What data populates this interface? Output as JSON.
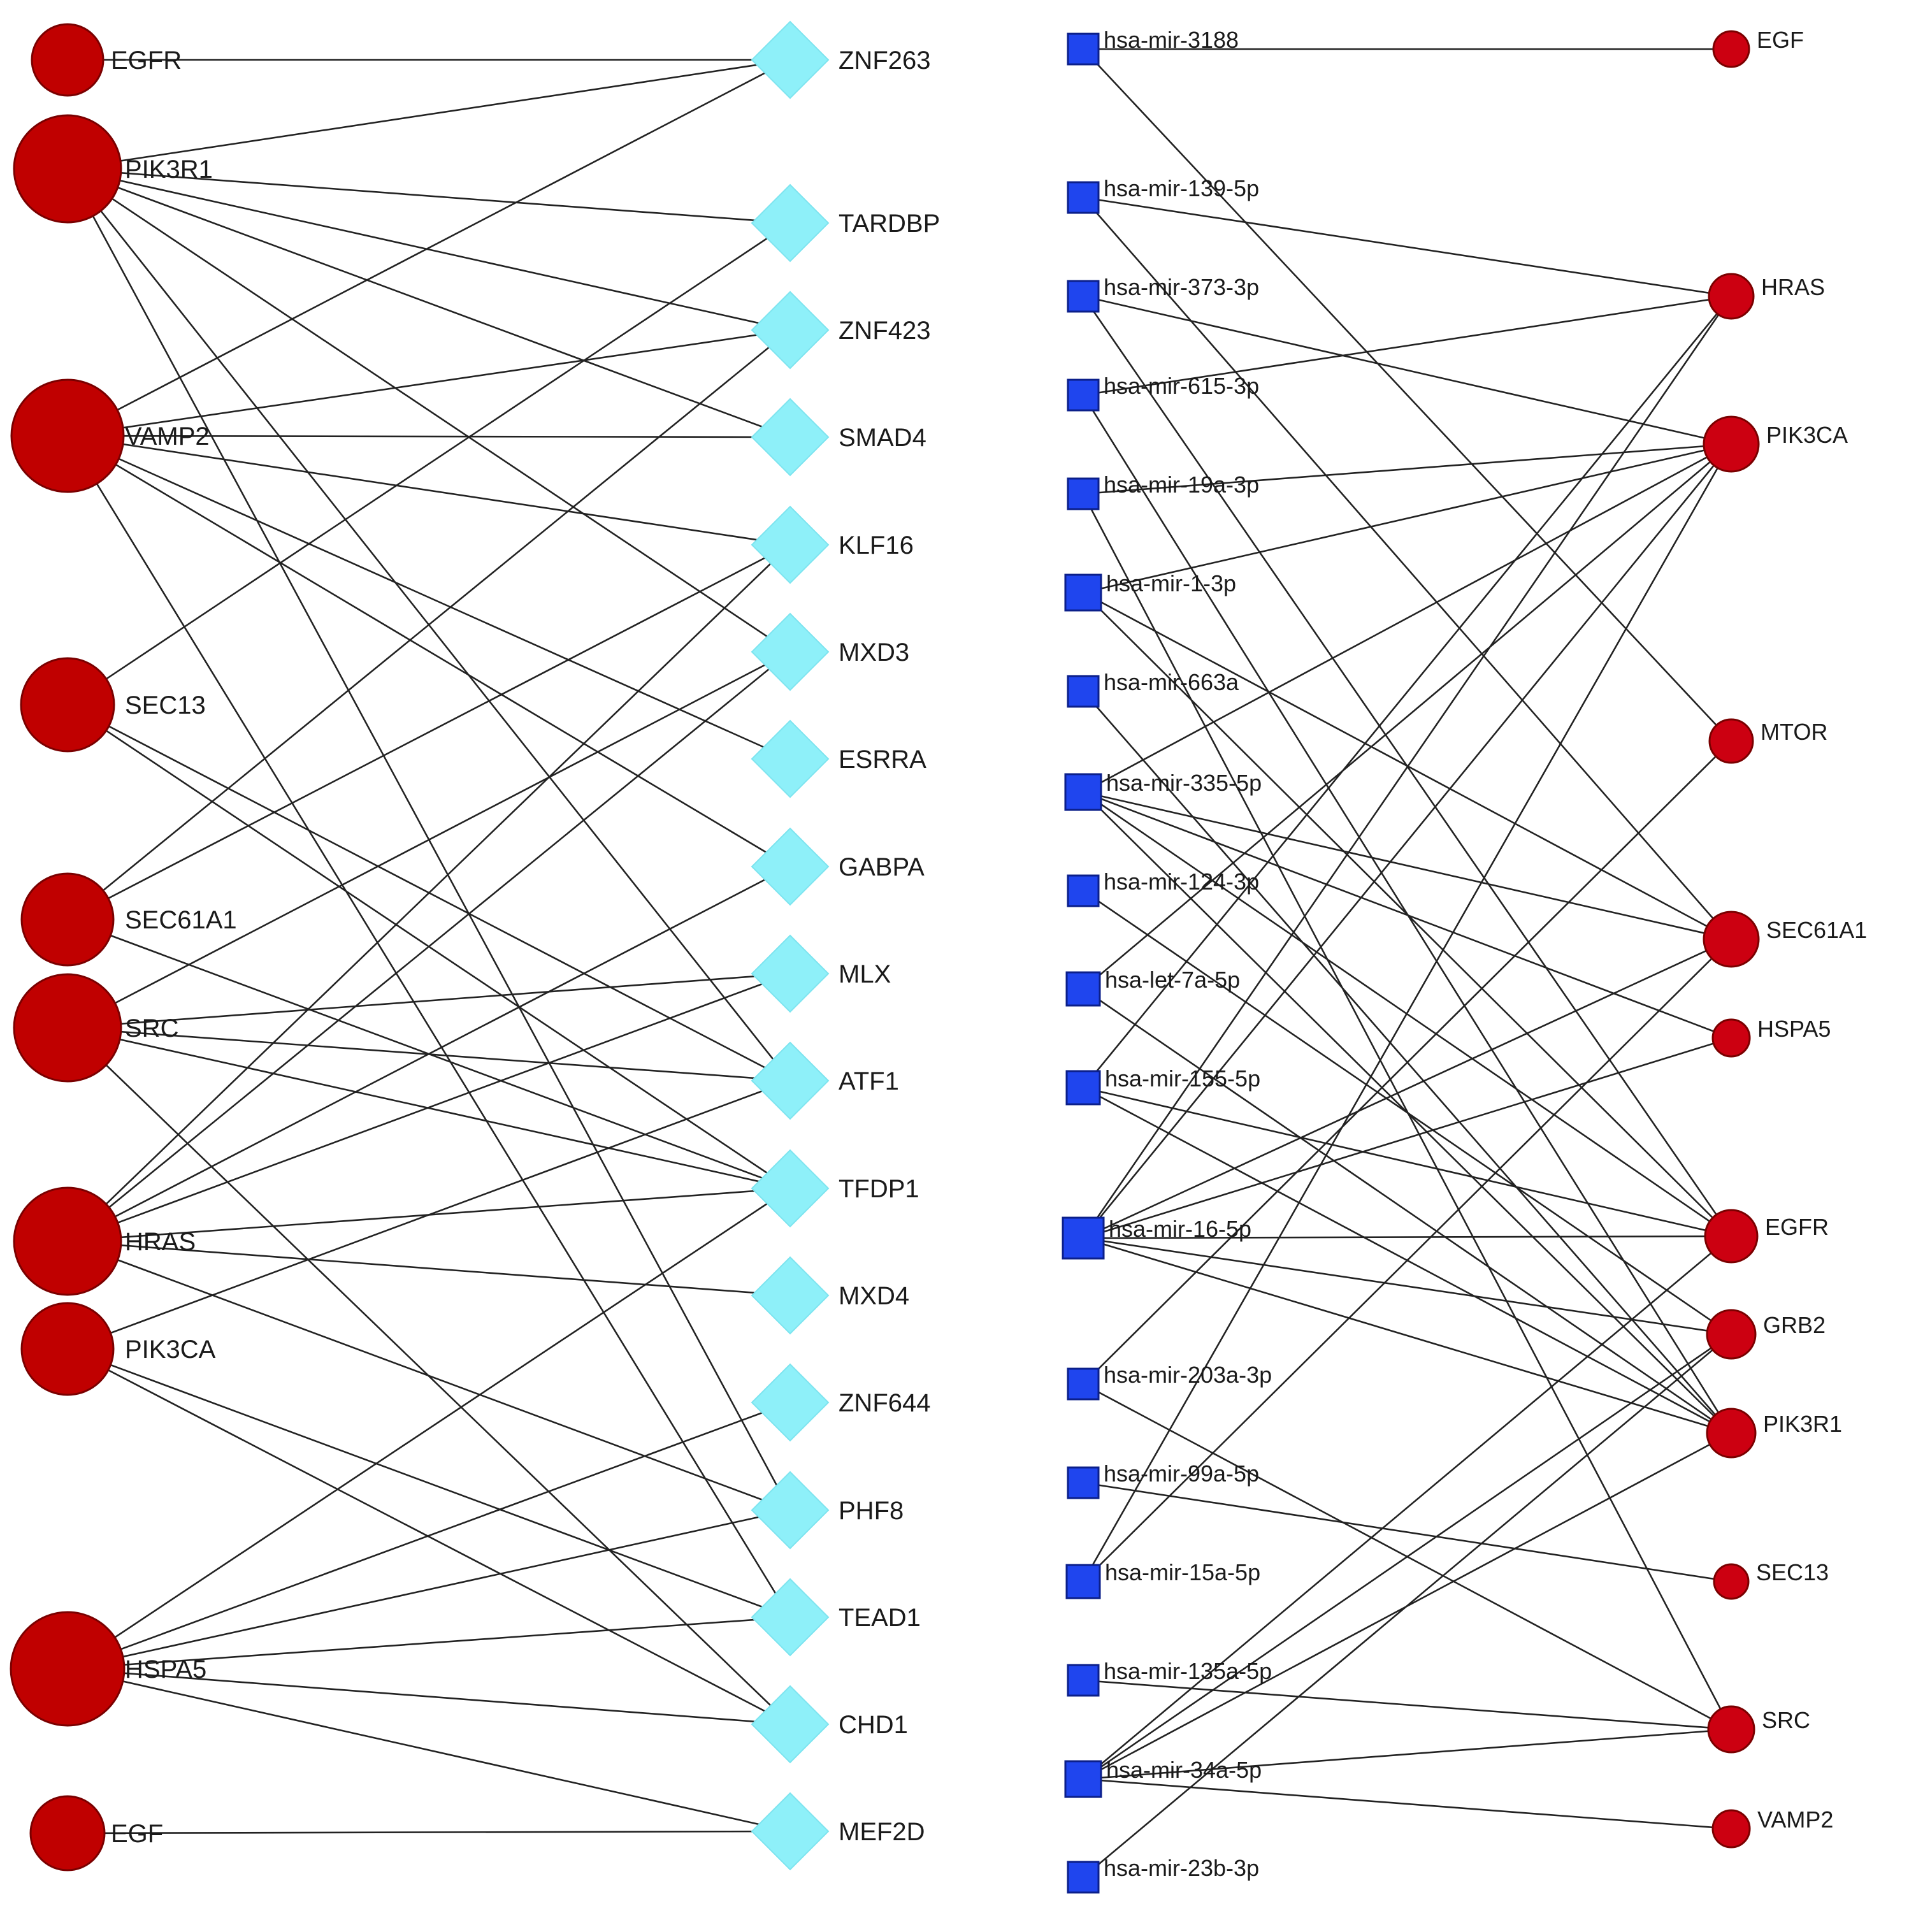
{
  "left_panel": {
    "hub_genes": [
      "EGFR",
      "PIK3R1",
      "VAMP2",
      "SEC13",
      "SEC61A1",
      "SRC",
      "HRAS",
      "PIK3CA",
      "HSPA5",
      "EGF"
    ],
    "transcription_factors": [
      "ZNF263",
      "TARDBP",
      "ZNF423",
      "SMAD4",
      "KLF16",
      "MXD3",
      "ESRRA",
      "GABPA",
      "MLX",
      "ATF1",
      "TFDP1",
      "MXD4",
      "ZNF644",
      "PHF8",
      "TEAD1",
      "CHD1",
      "MEF2D"
    ],
    "edges": [
      [
        "EGFR",
        "ZNF263"
      ],
      [
        "PIK3R1",
        "ZNF263"
      ],
      [
        "PIK3R1",
        "TARDBP"
      ],
      [
        "PIK3R1",
        "ZNF423"
      ],
      [
        "PIK3R1",
        "SMAD4"
      ],
      [
        "PIK3R1",
        "MXD3"
      ],
      [
        "PIK3R1",
        "ATF1"
      ],
      [
        "PIK3R1",
        "PHF8"
      ],
      [
        "VAMP2",
        "ZNF263"
      ],
      [
        "VAMP2",
        "ZNF423"
      ],
      [
        "VAMP2",
        "SMAD4"
      ],
      [
        "VAMP2",
        "KLF16"
      ],
      [
        "VAMP2",
        "ESRRA"
      ],
      [
        "VAMP2",
        "GABPA"
      ],
      [
        "VAMP2",
        "TEAD1"
      ],
      [
        "SEC13",
        "TARDBP"
      ],
      [
        "SEC13",
        "ATF1"
      ],
      [
        "SEC13",
        "TFDP1"
      ],
      [
        "SEC61A1",
        "ZNF423"
      ],
      [
        "SEC61A1",
        "KLF16"
      ],
      [
        "SEC61A1",
        "TFDP1"
      ],
      [
        "SRC",
        "MXD3"
      ],
      [
        "SRC",
        "MLX"
      ],
      [
        "SRC",
        "ATF1"
      ],
      [
        "SRC",
        "TFDP1"
      ],
      [
        "SRC",
        "CHD1"
      ],
      [
        "HRAS",
        "KLF16"
      ],
      [
        "HRAS",
        "MXD3"
      ],
      [
        "HRAS",
        "GABPA"
      ],
      [
        "HRAS",
        "MLX"
      ],
      [
        "HRAS",
        "TFDP1"
      ],
      [
        "HRAS",
        "MXD4"
      ],
      [
        "HRAS",
        "PHF8"
      ],
      [
        "PIK3CA",
        "ATF1"
      ],
      [
        "PIK3CA",
        "TEAD1"
      ],
      [
        "PIK3CA",
        "CHD1"
      ],
      [
        "HSPA5",
        "TFDP1"
      ],
      [
        "HSPA5",
        "ZNF644"
      ],
      [
        "HSPA5",
        "PHF8"
      ],
      [
        "HSPA5",
        "TEAD1"
      ],
      [
        "HSPA5",
        "CHD1"
      ],
      [
        "HSPA5",
        "MEF2D"
      ],
      [
        "EGF",
        "MEF2D"
      ]
    ]
  },
  "right_panel": {
    "mirnas": [
      "hsa-mir-3188",
      "hsa-mir-139-5p",
      "hsa-mir-373-3p",
      "hsa-mir-615-3p",
      "hsa-mir-19a-3p",
      "hsa-mir-1-3p",
      "hsa-mir-663a",
      "hsa-mir-335-5p",
      "hsa-mir-124-3p",
      "hsa-let-7a-5p",
      "hsa-mir-155-5p",
      "hsa-mir-16-5p",
      "hsa-mir-203a-3p",
      "hsa-mir-99a-5p",
      "hsa-mir-15a-5p",
      "hsa-mir-135a-5p",
      "hsa-mir-34a-5p",
      "hsa-mir-23b-3p"
    ],
    "genes": [
      "EGF",
      "HRAS",
      "PIK3CA",
      "MTOR",
      "SEC61A1",
      "HSPA5",
      "EGFR",
      "GRB2",
      "PIK3R1",
      "SEC13",
      "SRC",
      "VAMP2"
    ],
    "edges": [
      [
        "hsa-mir-3188",
        "EGF"
      ],
      [
        "hsa-mir-3188",
        "MTOR"
      ],
      [
        "hsa-mir-139-5p",
        "HRAS"
      ],
      [
        "hsa-mir-139-5p",
        "SEC61A1"
      ],
      [
        "hsa-mir-373-3p",
        "PIK3CA"
      ],
      [
        "hsa-mir-373-3p",
        "EGFR"
      ],
      [
        "hsa-mir-615-3p",
        "HRAS"
      ],
      [
        "hsa-mir-615-3p",
        "PIK3R1"
      ],
      [
        "hsa-mir-19a-3p",
        "PIK3CA"
      ],
      [
        "hsa-mir-19a-3p",
        "SRC"
      ],
      [
        "hsa-mir-1-3p",
        "PIK3CA"
      ],
      [
        "hsa-mir-1-3p",
        "SEC61A1"
      ],
      [
        "hsa-mir-1-3p",
        "EGFR"
      ],
      [
        "hsa-mir-663a",
        "PIK3R1"
      ],
      [
        "hsa-mir-335-5p",
        "PIK3CA"
      ],
      [
        "hsa-mir-335-5p",
        "SEC61A1"
      ],
      [
        "hsa-mir-335-5p",
        "HSPA5"
      ],
      [
        "hsa-mir-335-5p",
        "EGFR"
      ],
      [
        "hsa-mir-335-5p",
        "PIK3R1"
      ],
      [
        "hsa-mir-124-3p",
        "GRB2"
      ],
      [
        "hsa-let-7a-5p",
        "PIK3CA"
      ],
      [
        "hsa-let-7a-5p",
        "PIK3R1"
      ],
      [
        "hsa-mir-155-5p",
        "HRAS"
      ],
      [
        "hsa-mir-155-5p",
        "EGFR"
      ],
      [
        "hsa-mir-155-5p",
        "PIK3R1"
      ],
      [
        "hsa-mir-16-5p",
        "HRAS"
      ],
      [
        "hsa-mir-16-5p",
        "PIK3CA"
      ],
      [
        "hsa-mir-16-5p",
        "SEC61A1"
      ],
      [
        "hsa-mir-16-5p",
        "HSPA5"
      ],
      [
        "hsa-mir-16-5p",
        "EGFR"
      ],
      [
        "hsa-mir-16-5p",
        "GRB2"
      ],
      [
        "hsa-mir-16-5p",
        "PIK3R1"
      ],
      [
        "hsa-mir-203a-3p",
        "MTOR"
      ],
      [
        "hsa-mir-203a-3p",
        "SRC"
      ],
      [
        "hsa-mir-99a-5p",
        "SEC13"
      ],
      [
        "hsa-mir-15a-5p",
        "PIK3CA"
      ],
      [
        "hsa-mir-15a-5p",
        "SEC61A1"
      ],
      [
        "hsa-mir-135a-5p",
        "SRC"
      ],
      [
        "hsa-mir-34a-5p",
        "EGFR"
      ],
      [
        "hsa-mir-34a-5p",
        "GRB2"
      ],
      [
        "hsa-mir-34a-5p",
        "PIK3R1"
      ],
      [
        "hsa-mir-34a-5p",
        "SRC"
      ],
      [
        "hsa-mir-34a-5p",
        "VAMP2"
      ],
      [
        "hsa-mir-23b-3p",
        "GRB2"
      ]
    ]
  },
  "colors": {
    "hub_node": "#c00000",
    "tf_node": "#8ef0f9",
    "mirna_node": "#1f45ee",
    "edge": "#222222"
  }
}
